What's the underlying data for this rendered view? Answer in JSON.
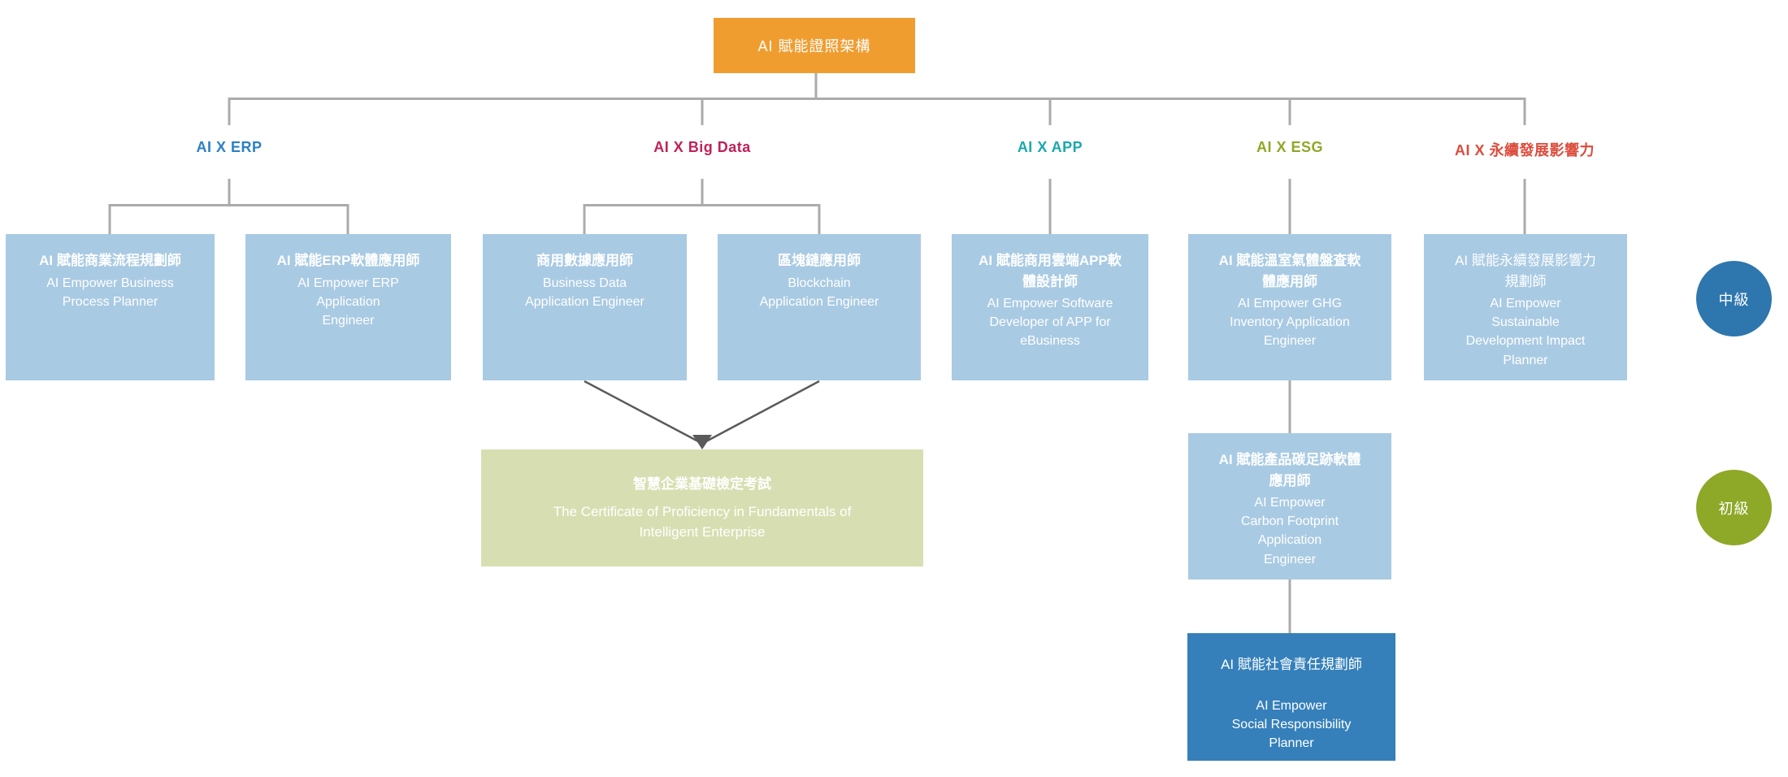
{
  "root": {
    "label": "AI 賦能證照架構"
  },
  "theme": {
    "root_bg": "#F09D30",
    "cert_box_bg": "#A9CAE3",
    "exam_box_bg": "#D7DFB2",
    "advanced_box_bg": "#3580BA",
    "connector_color": "#ABABAB",
    "arrow_color": "#5A5A5A",
    "box_text_color": "#FFFFFF"
  },
  "branches": [
    {
      "id": "erp",
      "label": "AI X ERP",
      "color": "#2C80C4"
    },
    {
      "id": "big-data",
      "label": "AI X Big Data",
      "color": "#C02159"
    },
    {
      "id": "app",
      "label": "AI X APP",
      "color": "#1BA8AD"
    },
    {
      "id": "esg",
      "label": "AI X ESG",
      "color": "#8EA827"
    },
    {
      "id": "sustainability",
      "label": "AI X 永續發展影響力",
      "color": "#DD4B3C"
    }
  ],
  "certifications": [
    {
      "zh": "AI 賦能商業流程規劃師",
      "en": "AI Empower Business\nProcess Planner"
    },
    {
      "zh": "AI 賦能ERP軟體應用師",
      "en": "AI Empower ERP\nApplication\nEngineer"
    },
    {
      "zh": "商用數據應用師",
      "en": "Business Data\nApplication Engineer"
    },
    {
      "zh": "區塊鏈應用師",
      "en": "Blockchain\nApplication Engineer"
    },
    {
      "zh": "AI 賦能商用雲端APP軟\n體設計師",
      "en": "AI Empower Software\nDeveloper of APP for\neBusiness"
    },
    {
      "zh": "AI 賦能溫室氣體盤查軟\n體應用師",
      "en": "AI Empower GHG\nInventory Application\nEngineer"
    },
    {
      "zh": "AI 賦能永續發展影響力\n規劃師",
      "en": "AI Empower\nSustainable\nDevelopment Impact\nPlanner"
    },
    {
      "zh": "AI 賦能產品碳足跡軟體\n應用師",
      "en": "AI Empower\nCarbon Footprint\nApplication\nEngineer"
    },
    {
      "zh": "AI 賦能社會責任規劃師",
      "en": "AI Empower\nSocial Responsibility\nPlanner"
    }
  ],
  "exam": {
    "zh": "智慧企業基礎檢定考試",
    "en": "The Certificate of Proficiency in Fundamentals of\nIntelligent Enterprise"
  },
  "levels": [
    {
      "id": "intermediate",
      "label": "中級",
      "color": "#2E76AE"
    },
    {
      "id": "beginner",
      "label": "初級",
      "color": "#8EA827"
    }
  ]
}
